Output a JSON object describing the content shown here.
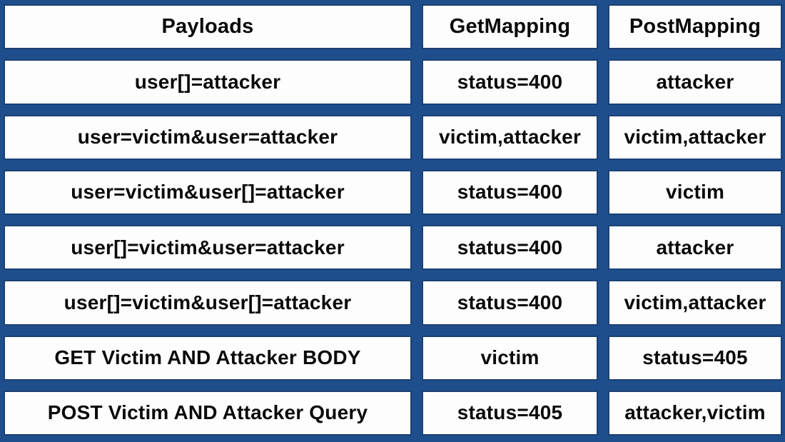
{
  "colors": {
    "background_blue": "#1f4e8c",
    "cell_border_blue": "#1a4175",
    "cell_background": "#fdfdfd",
    "text": "#0a0a0a"
  },
  "chart_data": {
    "type": "table",
    "title": "",
    "columns": [
      "Payloads",
      "GetMapping",
      "PostMapping"
    ],
    "rows": [
      [
        "user[]=attacker",
        "status=400",
        "attacker"
      ],
      [
        "user=victim&user=attacker",
        "victim,attacker",
        "victim,attacker"
      ],
      [
        "user=victim&user[]=attacker",
        "status=400",
        "victim"
      ],
      [
        "user[]=victim&user=attacker",
        "status=400",
        "attacker"
      ],
      [
        "user[]=victim&user[]=attacker",
        "status=400",
        "victim,attacker"
      ],
      [
        "GET Victim AND Attacker BODY",
        "victim",
        "status=405"
      ],
      [
        "POST Victim AND Attacker Query",
        "status=405",
        "attacker,victim"
      ]
    ],
    "layout": {
      "grid": "3 columns x 8 rows (header + 7 data rows)",
      "cell_style": "white cells on navy background, bold black centered text"
    }
  }
}
